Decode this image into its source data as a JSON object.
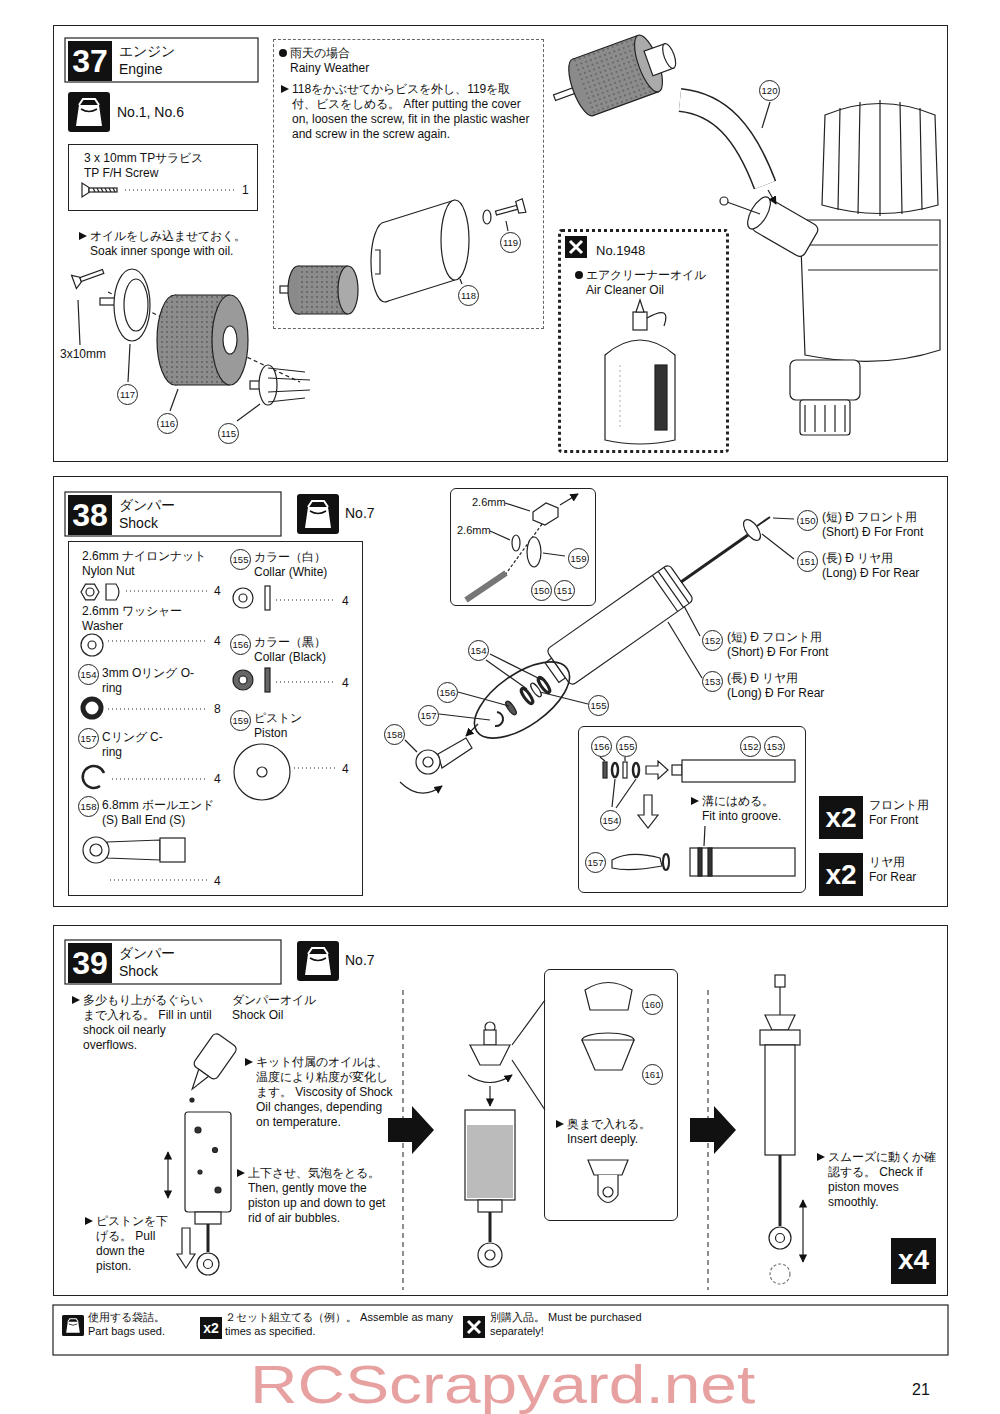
{
  "diagram": {
    "nodes": [
      {
        "text": [
          "37",
          "エンジン Engine"
        ]
      },
      {
        "text": [
          "3 x 10mm TPサラビス TP F/H Screw",
          "1"
        ],
        "in": 0
      },
      {
        "text": [
          "雨天の場合 Rainy Weather",
          "118をかぶせてからビスを外し、119を取付、ビスをしめる。 After putting the cover on, loosen the screw, fit in the plastic washer and screw in the screw again."
        ],
        "in": 0
      },
      {
        "text": [
          "No.1948",
          "エアクリーナーオイル Air Cleaner Oil"
        ],
        "in": 0
      },
      {
        "text": [
          "38",
          "ダンパー Shock"
        ]
      },
      {
        "text": [
          "2.6mm ナイロンナット Nylon Nut",
          "4",
          "2.6mm ワッシャー Washer",
          "4",
          "154",
          "3mm Oリング O-ring",
          "8",
          "157",
          "Cリング C-ring",
          "4",
          "158",
          "6.8mm ボールエンド(S) Ball End (S)",
          "4",
          "155",
          "カラー（白） Collar (White)",
          "4",
          "156",
          "カラー（黒） Collar (Black)",
          "4",
          "159",
          "ピストン Piston",
          "4"
        ],
        "in": 4
      },
      {
        "text": [
          "2.6mm",
          "2.6mm",
          "159",
          "150",
          "151"
        ],
        "in": 4
      },
      {
        "text": [
          "156",
          "155",
          "152",
          "153",
          "154",
          "溝にはめる。 Fit into groove.",
          "157"
        ],
        "in": 4
      },
      {
        "text": [
          "x2",
          "フロント用 For Front"
        ],
        "in": 4
      },
      {
        "text": [
          "x2",
          "リヤ用 For Rear"
        ],
        "in": 4
      },
      {
        "text": [
          "39",
          "ダンパー Shock"
        ]
      },
      {
        "text": [
          "160",
          "161",
          "奥まで入れる。 Insert deeply."
        ],
        "in": 10
      },
      {
        "text": [
          "x4"
        ],
        "in": 10
      }
    ],
    "labels": [
      "No.1, No.6",
      "オイルをしみ込ませておく。 Soak inner sponge with oil.",
      "3x10mm",
      "117",
      "116",
      "115",
      "118",
      "119",
      "120",
      "No.7",
      "150",
      "(短) Ð フロント用 (Short) Ð For Front",
      "151",
      "(長) Ð リヤ用 (Long) Ð For Rear",
      "152",
      "(短) Ð フロント用 (Short) Ð For Front",
      "153",
      "(長) Ð リヤ用 (Long) Ð For Rear",
      "154",
      "156",
      "157",
      "158",
      "155",
      "No.7",
      "多少もり上がるぐらいまで入れる。 Fill in until shock oil nearly overflows.",
      "ダンパーオイル Shock Oil",
      "キット付属のオイルは、温度により粘度が変化します。 Viscosity of Shock Oil changes, depending on temperature.",
      "上下させ、気泡をとる。 Then, gently move the piston up and down to get rid of air bubbles.",
      "ピストンを下げる。 Pull down the piston.",
      "スムーズに動くか確認する。 Check if piston moves smoothly.",
      "x2",
      "RCScrapyard.net",
      "21"
    ],
    "legend": [
      {
        "text": "使用する袋詰。 Part bags used."
      },
      {
        "text": "２セット組立てる（例）。 Assemble as many times as specified."
      },
      {
        "text": "別購入品。 Must be purchased separately!"
      }
    ]
  }
}
